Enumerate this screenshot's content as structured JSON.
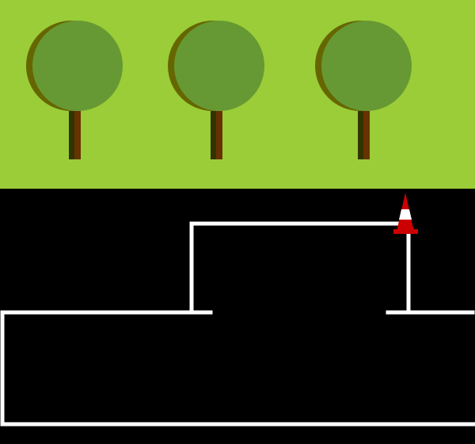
{
  "colors": {
    "grass": "#9ACD37",
    "road": "#000000",
    "lane_line": "#FFFFFF",
    "tree_canopy": "#669933",
    "tree_shadow": "#666600",
    "trunk_light": "#663300",
    "trunk_dark": "#333300",
    "cone_red": "#CC0000",
    "cone_stripe": "#FFFFFF"
  },
  "scene": {
    "trees": [
      {
        "name": "tree-1"
      },
      {
        "name": "tree-2"
      },
      {
        "name": "tree-3"
      }
    ],
    "cones": [
      {
        "name": "traffic-cone"
      }
    ]
  }
}
